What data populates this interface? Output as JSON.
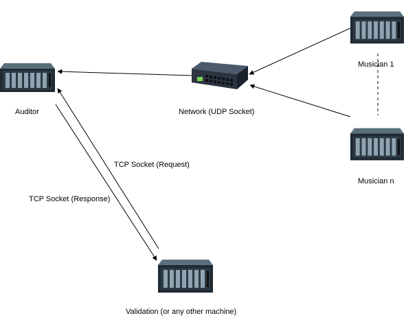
{
  "nodes": {
    "auditor": {
      "label": "Auditor",
      "icon": "server-icon"
    },
    "network": {
      "label": "Network (UDP Socket)",
      "icon": "network-switch-icon"
    },
    "musician_1": {
      "label": "Musician 1",
      "icon": "server-icon"
    },
    "musician_n": {
      "label": "Musician n",
      "icon": "server-icon"
    },
    "validation": {
      "label": "Validation (or any other machine)",
      "icon": "server-icon"
    }
  },
  "edges": {
    "tcp_request": {
      "label": "TCP Socket (Request)"
    },
    "tcp_response": {
      "label": "TCP Socket (Response)"
    }
  },
  "colors": {
    "line": "#000000",
    "server_dark": "#1f2a33",
    "server_mid": "#3c4f5d",
    "server_light": "#8fa3b1",
    "switch_body": "#2b3440",
    "switch_port_led": "#7bd34b"
  }
}
